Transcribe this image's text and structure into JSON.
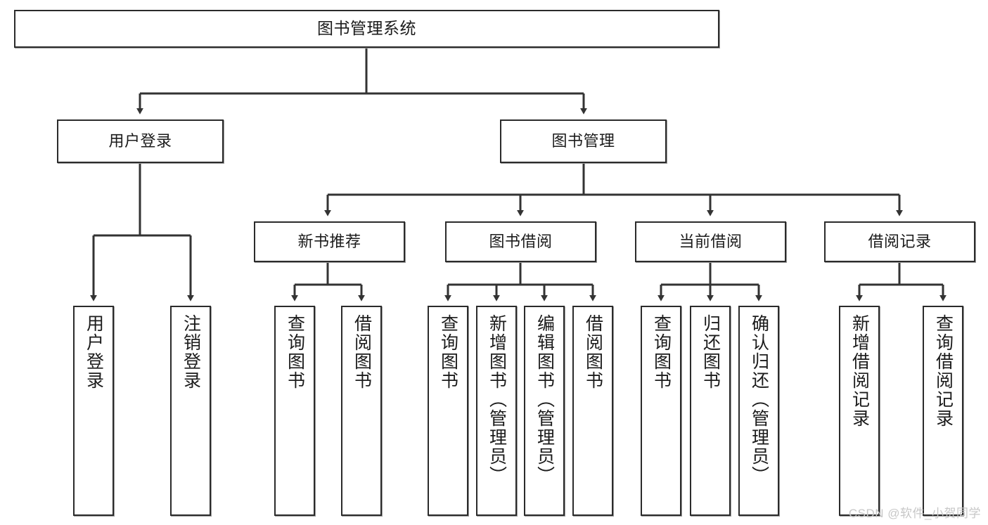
{
  "diagram": {
    "type": "tree",
    "title": "图书管理系统",
    "root": {
      "id": "root",
      "label": "图书管理系统"
    },
    "level2": [
      {
        "id": "user-login",
        "label": "用户登录"
      },
      {
        "id": "book-manage",
        "label": "图书管理"
      }
    ],
    "level3": [
      {
        "id": "new-book-rec",
        "label": "新书推荐"
      },
      {
        "id": "book-borrow",
        "label": "图书借阅"
      },
      {
        "id": "current-borrow",
        "label": "当前借阅"
      },
      {
        "id": "borrow-record",
        "label": "借阅记录"
      }
    ],
    "leaves": [
      {
        "id": "leaf-user-login",
        "label": "用户登录",
        "parent": "user-login"
      },
      {
        "id": "leaf-logout",
        "label": "注销登录",
        "parent": "user-login"
      },
      {
        "id": "leaf-query-book-1",
        "label": "查询图书",
        "parent": "new-book-rec"
      },
      {
        "id": "leaf-borrow-book-1",
        "label": "借阅图书",
        "parent": "new-book-rec"
      },
      {
        "id": "leaf-query-book-2",
        "label": "查询图书",
        "parent": "book-borrow"
      },
      {
        "id": "leaf-add-book",
        "label": "新增图书（管理员）",
        "parent": "book-borrow"
      },
      {
        "id": "leaf-edit-book",
        "label": "编辑图书（管理员）",
        "parent": "book-borrow"
      },
      {
        "id": "leaf-borrow-book-2",
        "label": "借阅图书",
        "parent": "book-borrow"
      },
      {
        "id": "leaf-query-book-3",
        "label": "查询图书",
        "parent": "current-borrow"
      },
      {
        "id": "leaf-return-book",
        "label": "归还图书",
        "parent": "current-borrow"
      },
      {
        "id": "leaf-confirm-return",
        "label": "确认归还（管理员）",
        "parent": "current-borrow"
      },
      {
        "id": "leaf-add-record",
        "label": "新增借阅记录",
        "parent": "borrow-record"
      },
      {
        "id": "leaf-query-record",
        "label": "查询借阅记录",
        "parent": "borrow-record"
      }
    ]
  },
  "watermark": {
    "text": "CSDN @软件_小贺同学"
  },
  "colors": {
    "box_border": "#2b2b2b",
    "box_fill": "#ffffff",
    "line": "#333333",
    "text": "#1b1b1b",
    "watermark": "#c7c7c7",
    "background": "#ffffff"
  }
}
